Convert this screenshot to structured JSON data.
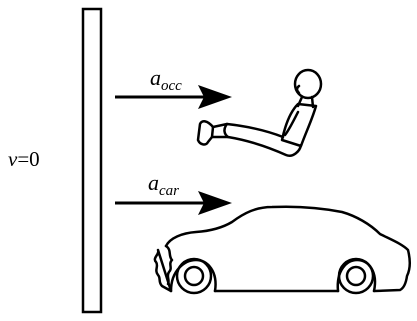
{
  "diagram": {
    "velocity_label": {
      "var": "v",
      "rest": "=0"
    },
    "occupant_accel": {
      "symbol": "a",
      "subscript": "occ"
    },
    "car_accel": {
      "symbol": "a",
      "subscript": "car"
    },
    "colors": {
      "stroke": "#000000",
      "background": "#ffffff"
    }
  }
}
